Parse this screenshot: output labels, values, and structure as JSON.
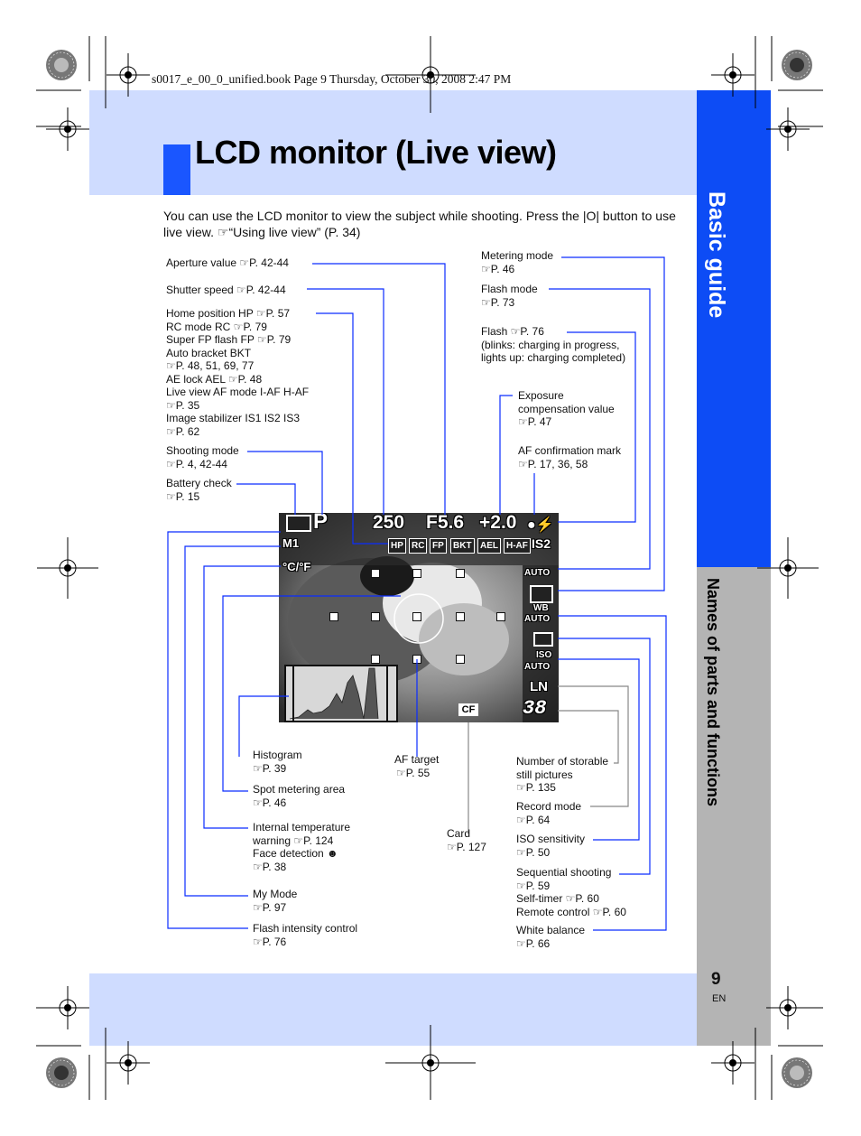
{
  "book_info": "s0017_e_00_0_unified.book  Page 9  Thursday, October 30, 2008  2:47 PM",
  "title": "LCD monitor (Live view)",
  "side_tabs": {
    "primary": "Basic guide",
    "secondary": "Names of parts and functions"
  },
  "intro": "You can use the LCD monitor to view the subject while shooting. Press the |O| button to use live view. ☞“Using live view” (P. 34)",
  "left_labels": [
    {
      "id": "aperture",
      "lines": [
        "Aperture value ☞P. 42-44"
      ]
    },
    {
      "id": "shutter",
      "lines": [
        "Shutter speed ☞P. 42-44"
      ]
    },
    {
      "id": "home",
      "lines": [
        "Home position HP ☞P. 57",
        "RC mode RC ☞P. 79",
        "Super FP flash FP ☞P. 79",
        "Auto bracket BKT",
        "☞P. 48, 51, 69, 77",
        "AE lock AEL ☞P. 48",
        "Live view AF mode I-AF H-AF",
        "☞P. 35",
        "Image stabilizer IS1 IS2 IS3",
        "☞P. 62"
      ]
    },
    {
      "id": "shooting_mode",
      "lines": [
        "Shooting mode",
        "☞P. 4, 42-44"
      ]
    },
    {
      "id": "battery",
      "lines": [
        "Battery check",
        "☞P. 15"
      ]
    }
  ],
  "right_labels": [
    {
      "id": "metering",
      "lines": [
        "Metering mode",
        "☞P. 46"
      ]
    },
    {
      "id": "flash_mode",
      "lines": [
        "Flash mode",
        "☞P. 73"
      ]
    },
    {
      "id": "flash",
      "lines": [
        "Flash ☞P. 76",
        "(blinks: charging in progress,",
        "lights up: charging completed)"
      ]
    },
    {
      "id": "exposure_comp",
      "lines": [
        "Exposure",
        "compensation value",
        "☞P. 47"
      ]
    },
    {
      "id": "af_confirm",
      "lines": [
        "AF confirmation mark",
        "☞P. 17, 36, 58"
      ]
    }
  ],
  "bottom_left_labels": [
    {
      "id": "histogram",
      "lines": [
        "Histogram",
        "☞P. 39"
      ]
    },
    {
      "id": "spot",
      "lines": [
        "Spot metering area",
        "☞P. 46"
      ]
    },
    {
      "id": "temp",
      "lines": [
        "Internal temperature",
        "warning ☞P. 124",
        "Face detection ☻",
        "☞P. 38"
      ]
    },
    {
      "id": "mymode",
      "lines": [
        "My Mode",
        "☞P. 97"
      ]
    },
    {
      "id": "flash_intensity",
      "lines": [
        "Flash intensity control",
        "☞P. 76"
      ]
    }
  ],
  "bottom_mid_labels": [
    {
      "id": "af_target",
      "lines": [
        "AF target",
        "☞P. 55"
      ]
    },
    {
      "id": "card",
      "lines": [
        "Card",
        "☞P. 127"
      ]
    }
  ],
  "bottom_right_labels": [
    {
      "id": "storable",
      "lines": [
        "Number of storable",
        "still pictures",
        "☞P. 135"
      ]
    },
    {
      "id": "record",
      "lines": [
        "Record mode",
        "☞P. 64"
      ]
    },
    {
      "id": "iso",
      "lines": [
        "ISO sensitivity",
        "☞P. 50"
      ]
    },
    {
      "id": "sequential",
      "lines": [
        "Sequential shooting",
        "☞P. 59",
        "Self-timer ☞P. 60",
        "Remote control ☞P. 60"
      ]
    },
    {
      "id": "wb",
      "lines": [
        "White balance",
        "☞P. 66"
      ]
    }
  ],
  "lcd": {
    "mode": "P",
    "shutter": "250",
    "aperture": "F5.6",
    "exposure": "+2.0",
    "chips": [
      "HP",
      "RC",
      "FP",
      "BKT",
      "AEL",
      "H-AF",
      "IS2"
    ],
    "temp": "°C/°F",
    "flash_auto": "AUTO",
    "wb": "WB",
    "wb_auto": "AUTO",
    "iso": "ISO",
    "iso_auto": "AUTO",
    "record": "LN",
    "count": "38",
    "card": "CF",
    "mymode": "M1"
  },
  "page_number": "9",
  "language": "EN"
}
